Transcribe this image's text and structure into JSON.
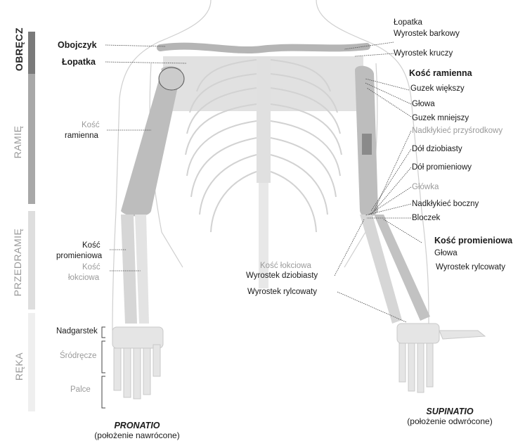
{
  "regions": {
    "shoulder": "OBRĘCZ",
    "arm": "RAMIĘ",
    "forearm": "PRZEDRAMIĘ",
    "hand": "RĘKA"
  },
  "left_labels": {
    "clavicle": "Obojczyk",
    "scapula": "Łopatka",
    "humerus_line1": "Kość",
    "humerus_line2": "ramienna",
    "radius_line1": "Kość",
    "radius_line2": "promieniowa",
    "ulna_line1": "Kość",
    "ulna_line2": "łokciowa",
    "carpus": "Nadgarstek",
    "metacarpus": "Śródręcze",
    "phalanges": "Palce"
  },
  "right_labels": {
    "scapula": "Łopatka",
    "acromion": "Wyrostek barkowy",
    "coracoid": "Wyrostek kruczy",
    "humerus": "Kość ramienna",
    "greater_tubercle": "Guzek większy",
    "head": "Głowa",
    "lesser_tubercle": "Guzek mniejszy",
    "medial_epicondyle": "Nadkłykieć przyśrodkowy",
    "coronoid_fossa": "Dół dziobiasty",
    "radial_fossa": "Dół promieniowy",
    "capitulum": "Główka",
    "lateral_epicondyle": "Nadkłykieć boczny",
    "trochlea": "Bloczek",
    "radius": "Kość promieniowa",
    "radius_head": "Głowa",
    "radius_styloid": "Wyrostek rylcowaty"
  },
  "center_labels": {
    "ulna": "Kość łokciowa",
    "ulna_coronoid": "Wyrostek dziobiasty",
    "ulna_styloid": "Wyrostek rylcowaty"
  },
  "captions": {
    "pronation": "PRONATIO",
    "pronation_sub": "(położenie nawrócone)",
    "supination": "SUPINATIO",
    "supination_sub": "(położenie odwrócone)"
  }
}
